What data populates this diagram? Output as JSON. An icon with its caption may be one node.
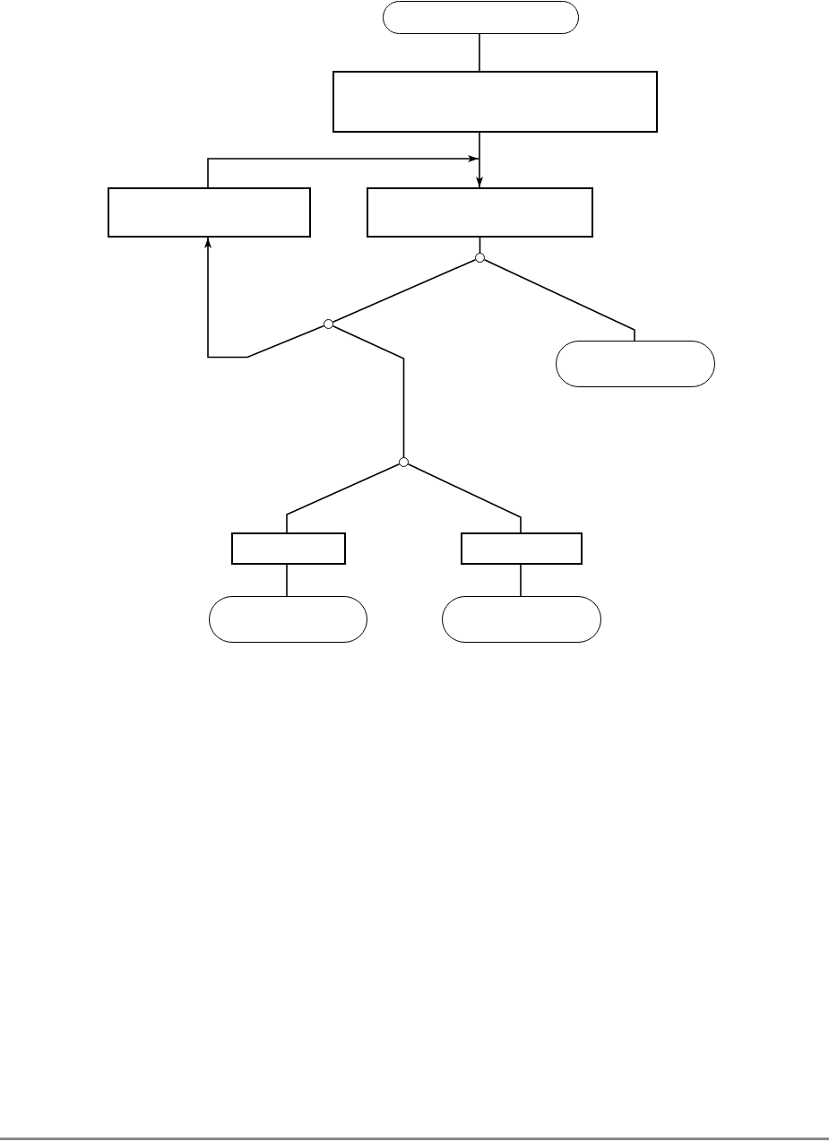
{
  "diagram": {
    "nodes": [
      {
        "text": [],
        "shape": "pill"
      },
      {
        "text": [],
        "shape": "box"
      },
      {
        "text": [],
        "shape": "box"
      },
      {
        "text": [],
        "shape": "box"
      },
      {
        "text": [],
        "shape": "circle"
      },
      {
        "text": [],
        "shape": "circle"
      },
      {
        "text": [],
        "shape": "pill"
      },
      {
        "text": [],
        "shape": "circle"
      },
      {
        "text": [],
        "shape": "box"
      },
      {
        "text": [],
        "shape": "box"
      },
      {
        "text": [],
        "shape": "pill"
      },
      {
        "text": [],
        "shape": "pill"
      }
    ],
    "edges": [
      {
        "from": 0,
        "to": 1,
        "arrow": "none"
      },
      {
        "from": 1,
        "to": 3,
        "arrow": "to"
      },
      {
        "from": 2,
        "to": 3,
        "arrow": "to"
      },
      {
        "from": 3,
        "to": 4,
        "arrow": "none"
      },
      {
        "from": 4,
        "to": 5,
        "arrow": "none"
      },
      {
        "from": 4,
        "to": 6,
        "arrow": "none"
      },
      {
        "from": 5,
        "to": 2,
        "arrow": "to"
      },
      {
        "from": 5,
        "to": 7,
        "arrow": "none"
      },
      {
        "from": 7,
        "to": 8,
        "arrow": "none"
      },
      {
        "from": 7,
        "to": 9,
        "arrow": "none"
      },
      {
        "from": 8,
        "to": 10,
        "arrow": "none"
      },
      {
        "from": 9,
        "to": 11,
        "arrow": "none"
      }
    ]
  }
}
